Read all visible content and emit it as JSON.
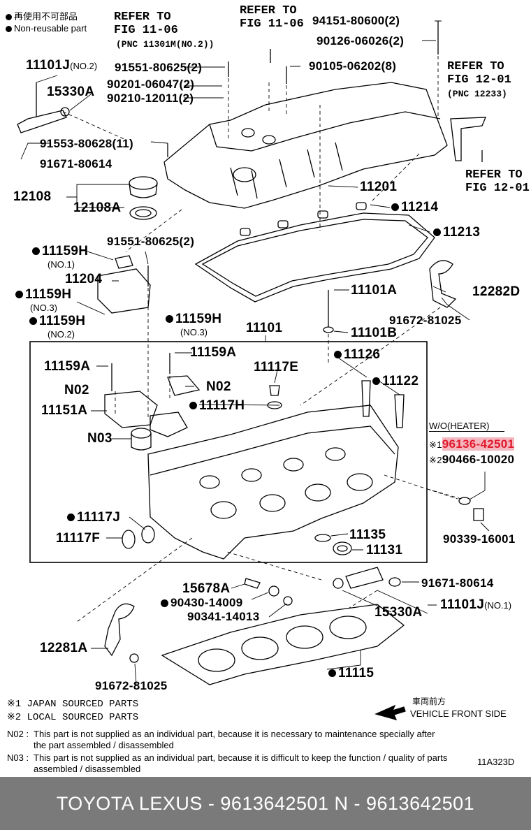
{
  "legend": {
    "jp_reuse": "再使用不可部品",
    "nonreusable": "Non-reusable part"
  },
  "refs": {
    "fig1106_a": "REFER TO\nFIG 11-06",
    "fig1106_a_pnc": "(PNC 11301M(NO.2))",
    "fig1106_b": "REFER TO\nFIG 11-06",
    "fig1201_a": "REFER TO\nFIG 12-01",
    "fig1201_a_pnc": "(PNC 12233)",
    "fig1201_b": "REFER TO\nFIG 12-01"
  },
  "parts": {
    "p94151": "94151-80600(2)",
    "p90126": "90126-06026(2)",
    "p90105": "90105-06202(8)",
    "p11101J_2": "11101J",
    "p11101J_2_sub": "(NO.2)",
    "p91551a": "91551-80625(2)",
    "p90201": "90201-06047(2)",
    "p90210": "90210-12011(2)",
    "p15330A_top": "15330A",
    "p91553": "91553-80628(11)",
    "p91671_top": "91671-80614",
    "p12108": "12108",
    "p12108A": "12108A",
    "p11201": "11201",
    "p11214": "11214",
    "p11213": "11213",
    "p91551b": "91551-80625(2)",
    "p11159H_1": "11159H",
    "p11159H_1_sub": "(NO.1)",
    "p11204": "11204",
    "p11159H_3a": "11159H",
    "p11159H_3a_sub": "(NO.3)",
    "p11159H_2": "11159H",
    "p11159H_2_sub": "(NO.2)",
    "p11159H_3b": "11159H",
    "p11159H_3b_sub": "(NO.3)",
    "p11101A": "11101A",
    "p12282D": "12282D",
    "p91672_top": "91672-81025",
    "p11101B": "11101B",
    "p11101": "11101",
    "p11159A_a": "11159A",
    "p11159A_b": "11159A",
    "p11126": "11126",
    "p11117E": "11117E",
    "p11122": "11122",
    "pN02_a": "N02",
    "pN02_b": "N02",
    "p11117H": "11117H",
    "p11151A": "11151A",
    "pN03": "N03",
    "heater_label": "W/O(HEATER)",
    "p96136_mark": "※1",
    "p96136": "96136-42501",
    "p90466_mark": "※2",
    "p90466": "90466-10020",
    "p11117J": "11117J",
    "p11117F": "11117F",
    "p11135": "11135",
    "p11131": "11131",
    "p90339": "90339-16001",
    "p15678A": "15678A",
    "p91671_bot": "91671-80614",
    "p90430": "90430-14009",
    "p90341": "90341-14013",
    "p15330A_bot": "15330A",
    "p11101J_1": "11101J",
    "p11101J_1_sub": "(NO.1)",
    "p12281A": "12281A",
    "p11115": "11115",
    "p91672_bot": "91672-81025"
  },
  "notes": {
    "n1": "※1 JAPAN SOURCED PARTS",
    "n2": "※2 LOCAL SOURCED PARTS",
    "front_jp": "車両前方",
    "front_en": "VEHICLE FRONT SIDE",
    "n02_key": "N02 :",
    "n02_text": "This part is not supplied as an individual part, because it is necessary to maintenance specially after the part assembled / disassembled",
    "n03_key": "N03 :",
    "n03_text": "This part is not supplied as an individual part, because it is difficult to keep the function / quality of parts  assembled / disassembled",
    "fig_id": "11A323D"
  },
  "footer": {
    "text": "TOYOTA LEXUS - 9613642501     N - 9613642501"
  },
  "colors": {
    "highlight_bg": "#f4b7c0",
    "highlight_fg": "#e01a2c",
    "footer_bg": "#7a7a7a"
  }
}
